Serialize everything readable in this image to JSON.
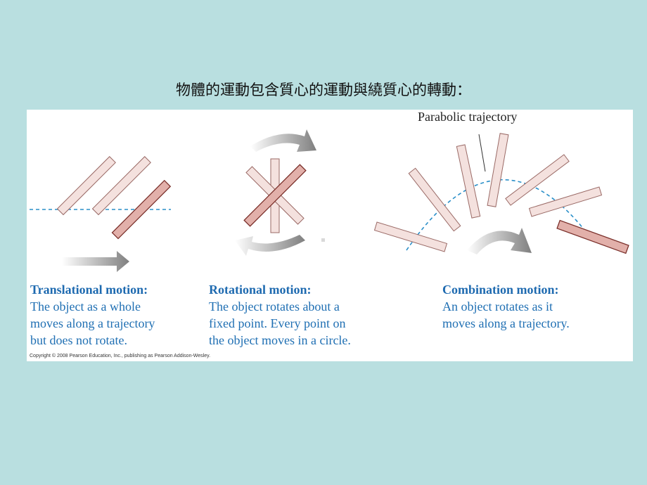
{
  "slide": {
    "title": "物體的運動包含質心的運動與繞質心的轉動："
  },
  "figure": {
    "trajectory_label": "Parabolic trajectory",
    "copyright": "Copyright © 2008 Pearson Education, Inc., publishing as Pearson Addison-Wesley.",
    "panels": [
      {
        "heading": "Translational motion:",
        "lines": [
          "The object as a whole",
          "moves along a trajectory",
          "but does not rotate."
        ]
      },
      {
        "heading": "Rotational motion:",
        "lines": [
          "The object rotates about a",
          "fixed point. Every point on",
          "the object moves in a circle."
        ]
      },
      {
        "heading": "Combination motion:",
        "lines": [
          "An object rotates as it",
          "moves along a trajectory."
        ]
      }
    ]
  },
  "colors": {
    "background": "#b9dfe0",
    "caption": "#1e6ab0",
    "rod_faded": "#f2dcd9",
    "rod_solid": "#e4b2ad",
    "dashed_path": "#2a8fc9",
    "arrow": "#8c8c8c"
  }
}
